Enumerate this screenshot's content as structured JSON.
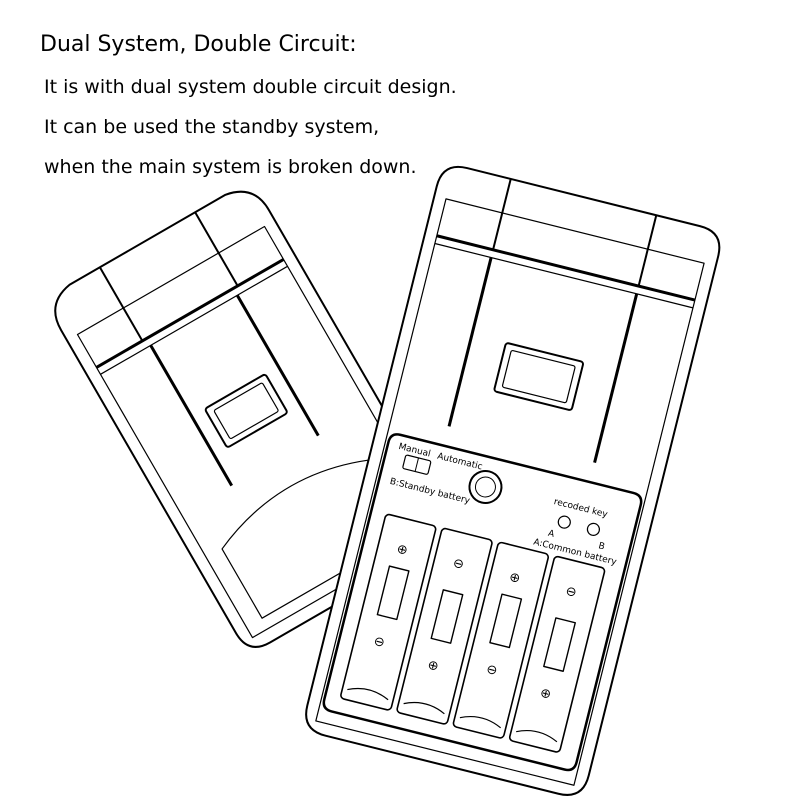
{
  "heading": "Dual System, Double Circuit:",
  "lines": [
    "It is with dual system double circuit design.",
    "It can be used the standby system,",
    "when the main system is broken down."
  ],
  "device_labels": {
    "switch_left": "Manual",
    "switch_right": "Automatic",
    "standby": "B:Standby battery",
    "recorded_key": "recoded key",
    "key_a": "A",
    "key_b": "B",
    "common": "A:Common battery"
  },
  "polarity": {
    "plus": "⊕",
    "minus": "⊖"
  }
}
